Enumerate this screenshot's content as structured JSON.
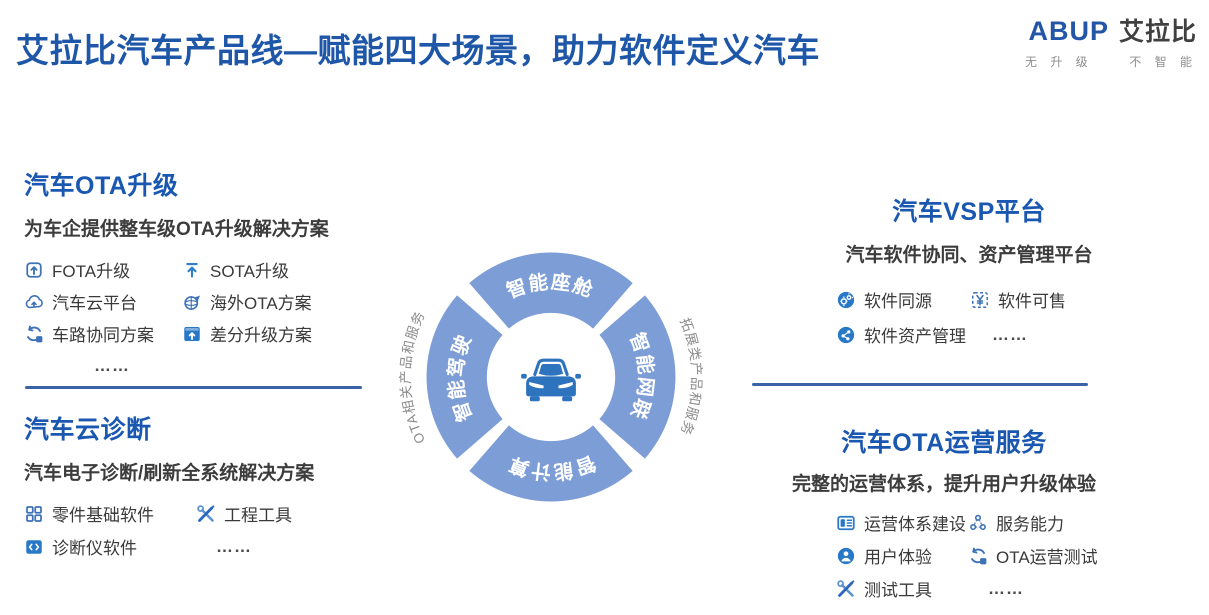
{
  "title": "艾拉比汽车产品线—赋能四大场景，助力软件定义汽车",
  "logo": {
    "brand": "ABUP",
    "brand_cn": "艾拉比",
    "tagline_left": "无 升 级",
    "tagline_right": "不 智 能"
  },
  "sections": {
    "ota_upgrade": {
      "heading": "汽车OTA升级",
      "subtitle": "为车企提供整车级OTA升级解决方案",
      "items": [
        {
          "icon": "chip-upgrade-icon",
          "label": "FOTA升级"
        },
        {
          "icon": "upload-icon",
          "label": "SOTA升级"
        },
        {
          "icon": "cloud-upload-icon",
          "label": "汽车云平台"
        },
        {
          "icon": "global-ota-icon",
          "label": "海外OTA方案"
        },
        {
          "icon": "v2x-sync-icon",
          "label": "车路协同方案"
        },
        {
          "icon": "diff-upgrade-icon",
          "label": "差分升级方案"
        },
        {
          "icon": "none",
          "label": "……"
        }
      ]
    },
    "cloud_diagnosis": {
      "heading": "汽车云诊断",
      "subtitle": "汽车电子诊断/刷新全系统解决方案",
      "items": [
        {
          "icon": "components-grid-icon",
          "label": "零件基础软件"
        },
        {
          "icon": "engineering-tools-icon",
          "label": "工程工具"
        },
        {
          "icon": "diagnostic-code-icon",
          "label": "诊断仪软件"
        },
        {
          "icon": "none",
          "label": "……"
        }
      ]
    },
    "vsp_platform": {
      "heading": "汽车VSP平台",
      "subtitle": "汽车软件协同、资产管理平台",
      "items": [
        {
          "icon": "software-homology-icon",
          "label": "软件同源"
        },
        {
          "icon": "software-sellable-icon",
          "label": "软件可售"
        },
        {
          "icon": "asset-management-icon",
          "label": "软件资产管理"
        },
        {
          "icon": "none",
          "label": "……"
        }
      ]
    },
    "ota_operation": {
      "heading": "汽车OTA运营服务",
      "subtitle": "完整的运营体系，提升用户升级体验",
      "items": [
        {
          "icon": "operation-system-icon",
          "label": "运营体系建设"
        },
        {
          "icon": "service-capability-icon",
          "label": "服务能力"
        },
        {
          "icon": "user-experience-icon",
          "label": "用户体验"
        },
        {
          "icon": "ota-test-sync-icon",
          "label": "OTA运营测试"
        },
        {
          "icon": "test-tools-icon",
          "label": "测试工具"
        },
        {
          "icon": "none",
          "label": "……"
        }
      ]
    }
  },
  "diagram": {
    "segment_top": "智能座舱",
    "segment_right": "智能网联",
    "segment_bottom": "智能计算",
    "segment_left": "智能驾驶",
    "outer_left": "OTA相关产品和服务",
    "outer_right": "拓展类产品和服务"
  },
  "colors": {
    "title_blue": "#1e56a8",
    "heading_blue": "#1a57b0",
    "ring_blue": "#7d9dd6",
    "car_blue": "#2e73be",
    "text_dark": "#3c3c3c",
    "outer_label_gray": "#8c8c8c",
    "logo_red": "#e23c46"
  }
}
